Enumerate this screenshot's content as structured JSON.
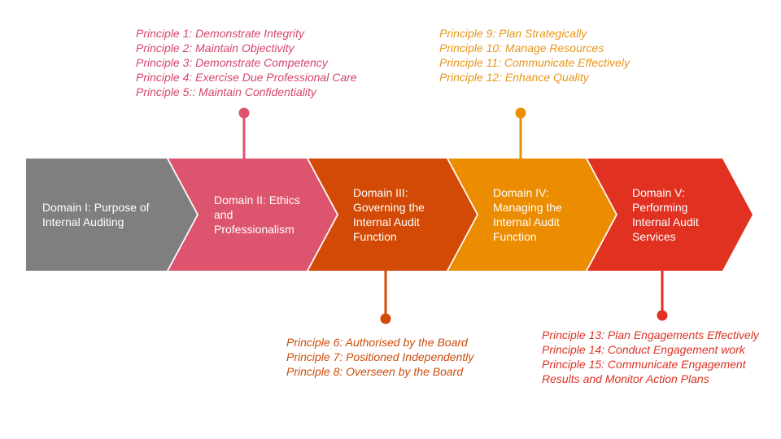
{
  "colors": {
    "domain1": "#7f7f7f",
    "domain2": "#dc546e",
    "domain3": "#d24a05",
    "domain4": "#ec8c00",
    "domain5": "#e03121"
  },
  "domains": [
    {
      "label": "Domain I: Purpose of Internal Auditing"
    },
    {
      "label": "Domain II: Ethics and Professionalism"
    },
    {
      "label": "Domain III: Governing the Internal Audit Function"
    },
    {
      "label": "Domain IV: Managing the Internal Audit Function"
    },
    {
      "label": "Domain V: Performing Internal Audit Services"
    }
  ],
  "principles": {
    "ethics": [
      "Principle 1: Demonstrate Integrity",
      "Principle 2: Maintain Objectivity",
      "Principle 3: Demonstrate Competency",
      "Principle 4: Exercise Due Professional Care",
      "Principle 5:: Maintain Confidentiality"
    ],
    "governing": [
      "Principle 6: Authorised by the Board",
      "Principle 7: Positioned Independently",
      "Principle 8: Overseen by the Board"
    ],
    "managing": [
      "Principle 9: Plan Strategically",
      "Principle 10: Manage Resources",
      "Principle 11: Communicate Effectively",
      "Principle 12: Enhance Quality"
    ],
    "performing": [
      "Principle 13: Plan Engagements Effectively",
      "Principle 14: Conduct Engagement work",
      "Principle 15: Communicate Engagement",
      "Results and Monitor Action Plans"
    ]
  }
}
